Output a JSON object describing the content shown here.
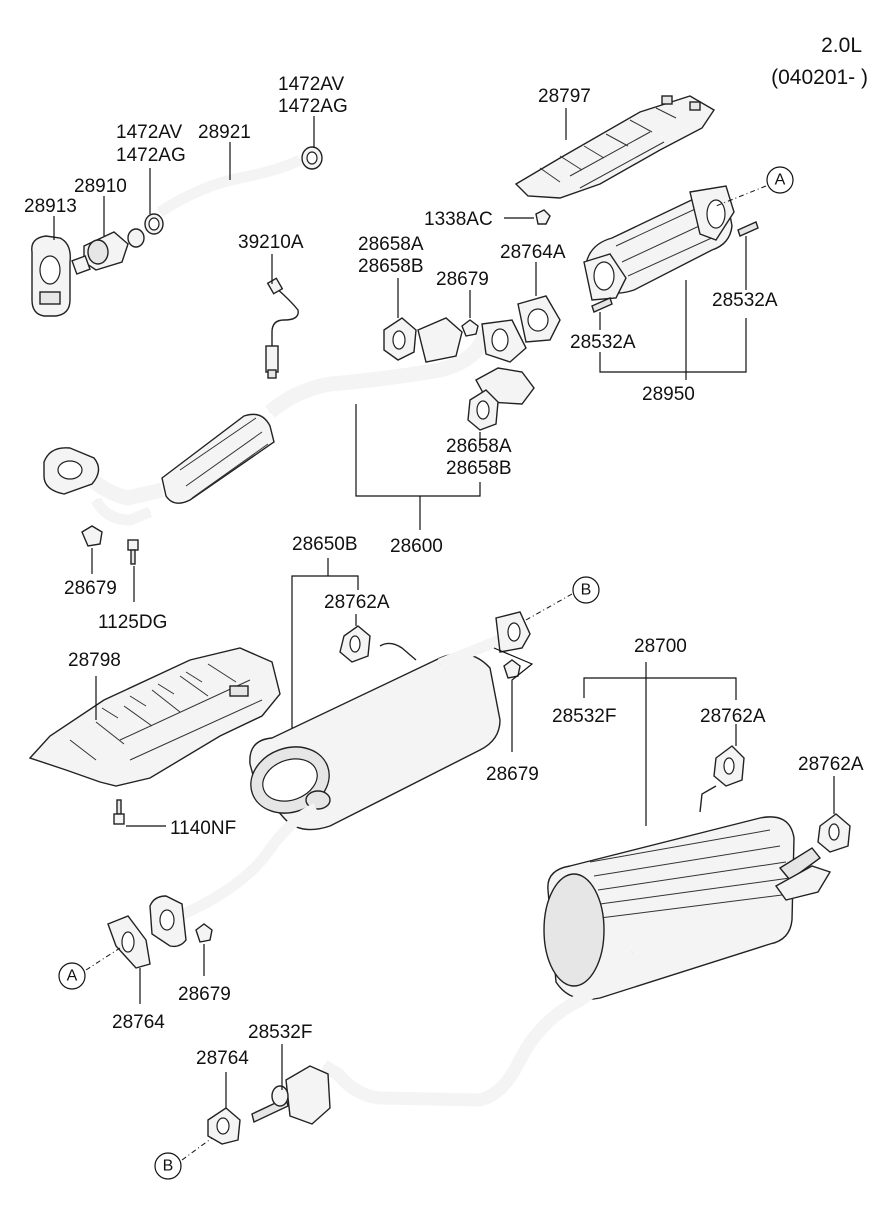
{
  "header": {
    "engine": "2.0L",
    "date_code": "(040201- )"
  },
  "ref_markers": {
    "a": "A",
    "b": "B"
  },
  "labels": {
    "p28913": "28913",
    "p28910": "28910",
    "p1472av_1": "1472AV",
    "p1472ag_1": "1472AG",
    "p28921": "28921",
    "p1472av_2": "1472AV",
    "p1472ag_2": "1472AG",
    "p28797": "28797",
    "p1338ac": "1338AC",
    "p39210a": "39210A",
    "p28658a_1": "28658A",
    "p28658b_1": "28658B",
    "p28679_1": "28679",
    "p28764a": "28764A",
    "p28532a_1": "28532A",
    "p28532a_2": "28532A",
    "p28950": "28950",
    "p28658a_2": "28658A",
    "p28658b_2": "28658B",
    "p28600": "28600",
    "p28679_2": "28679",
    "p1125dg": "1125DG",
    "p28650b": "28650B",
    "p28762a_1": "28762A",
    "p28798": "28798",
    "p28679_3": "28679",
    "p1140nf": "1140NF",
    "p28700": "28700",
    "p28532f_1": "28532F",
    "p28762a_2": "28762A",
    "p28762a_3": "28762A",
    "p28764_1": "28764",
    "p28679_4": "28679",
    "p28532f_2": "28532F",
    "p28764_2": "28764"
  }
}
